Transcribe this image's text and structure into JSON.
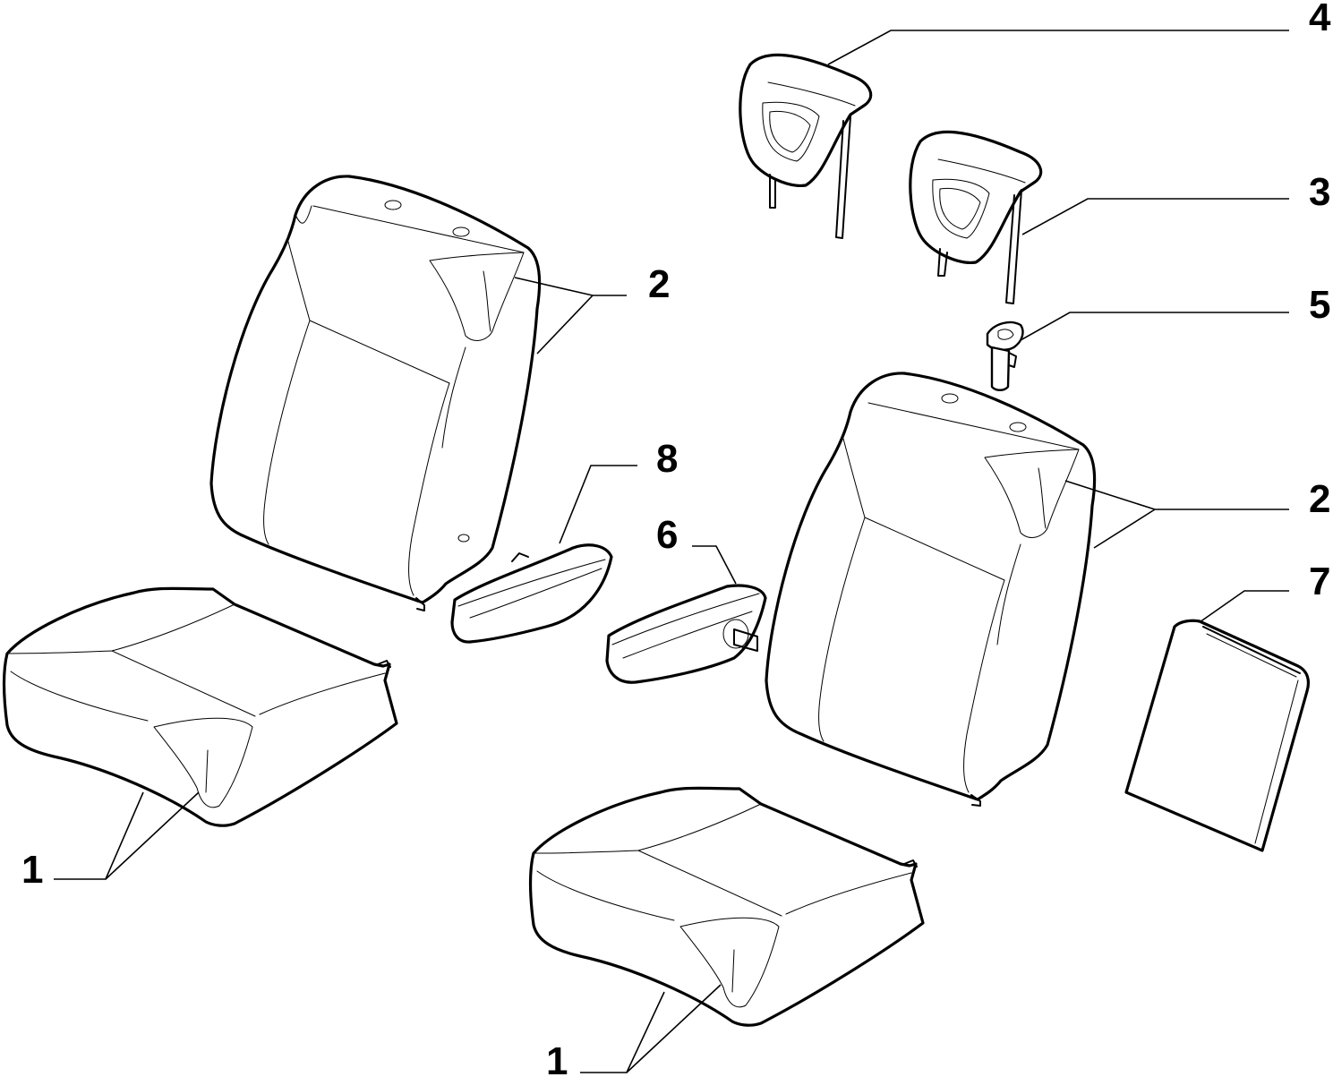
{
  "callouts": {
    "c4": "4",
    "c3": "3",
    "c5": "5",
    "c2_left": "2",
    "c2_right": "2",
    "c8": "8",
    "c6": "6",
    "c7": "7",
    "c1_left": "1",
    "c1_right": "1"
  }
}
